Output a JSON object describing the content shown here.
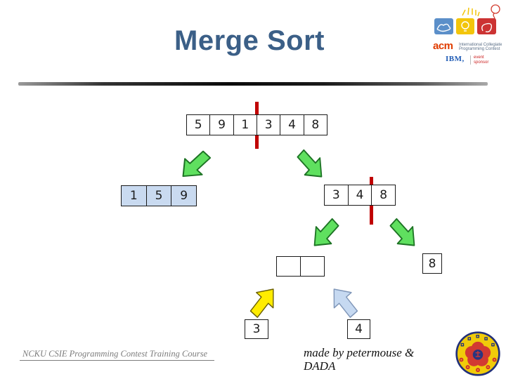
{
  "slide": {
    "title": "Merge Sort"
  },
  "header_logo": {
    "acm_text": "acm",
    "acm_subtitle_line1": "International Collegiate",
    "acm_subtitle_line2": "Programming Contest",
    "ibm_text": "IBM,",
    "sponsor_line1": "event",
    "sponsor_line2": "sponsor"
  },
  "diagram": {
    "root_array": {
      "values": [
        "5",
        "9",
        "1",
        "3",
        "4",
        "8"
      ]
    },
    "left_subarray": {
      "values": [
        "1",
        "5",
        "9"
      ]
    },
    "right_subarray": {
      "values": [
        "3",
        "4",
        "8"
      ]
    },
    "merge_target": {
      "values": [
        "",
        ""
      ]
    },
    "leaf_8": "8",
    "leaf_3": "3",
    "leaf_4": "4"
  },
  "footer": {
    "course": "NCKU CSIE Programming Contest Training Course",
    "credit_line1": "made by petermouse &",
    "credit_line2": "DADA"
  },
  "colors": {
    "title": "#3b5f87",
    "split_line": "#c00000",
    "green_arrow": "#5fe05f",
    "green_arrow_stroke": "#1d7324",
    "yellow_arrow": "#ffec00",
    "yellow_arrow_stroke": "#6b6000",
    "blue_arrow": "#c6d9f1",
    "blue_arrow_stroke": "#7f96b8",
    "left_subarray_fill": "#c9daf0"
  }
}
